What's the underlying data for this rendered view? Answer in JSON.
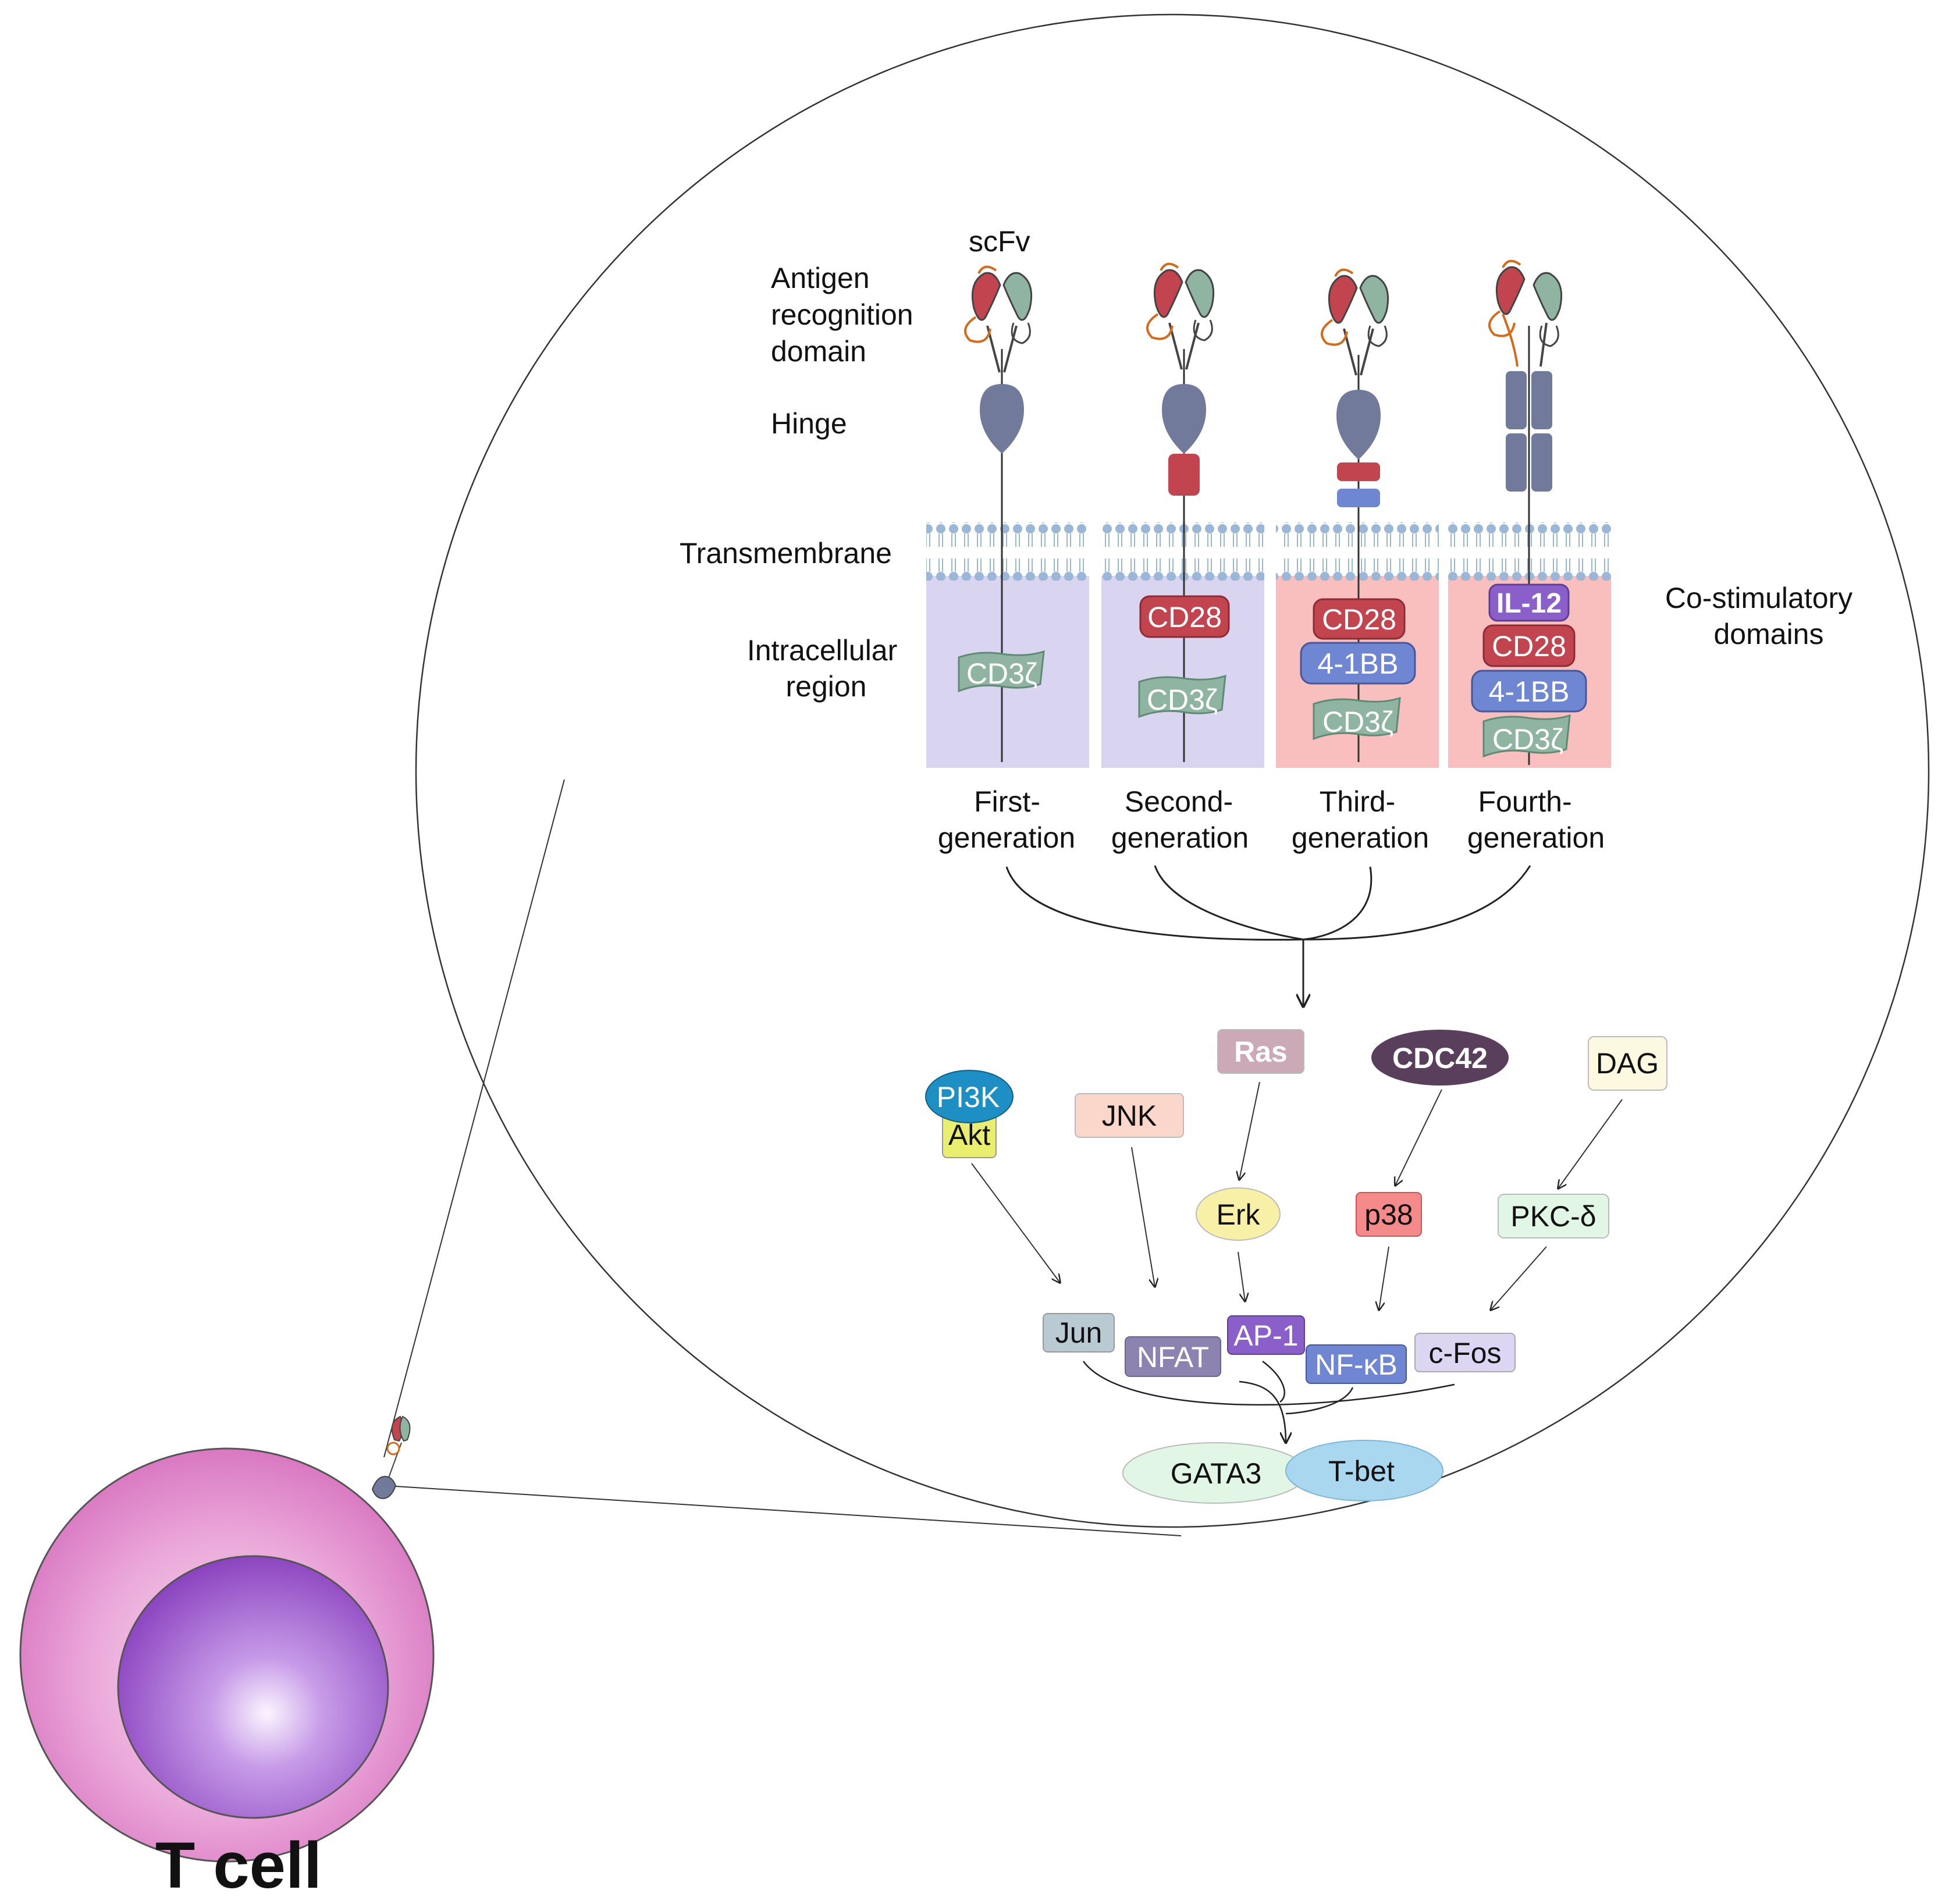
{
  "title": "T cell",
  "left_labels": {
    "scfv": "scFv",
    "antigen": [
      "Antigen",
      "recognition",
      "domain"
    ],
    "hinge": "Hinge",
    "transmembrane": "Transmembrane",
    "intracellular": [
      "Intracellular",
      "region"
    ]
  },
  "costim_label": [
    "Co-stimulatory",
    "domains"
  ],
  "generations": [
    {
      "label": [
        "First-",
        "generation"
      ],
      "domains": [
        "CD3ζ"
      ]
    },
    {
      "label": [
        "Second-",
        "generation"
      ],
      "domains": [
        "CD28",
        "CD3ζ"
      ]
    },
    {
      "label": [
        "Third-",
        "generation"
      ],
      "domains": [
        "CD28",
        "4-1BB",
        "CD3ζ"
      ]
    },
    {
      "label": [
        "Fourth-",
        "generation"
      ],
      "domains": [
        "IL-12",
        "CD28",
        "4-1BB",
        "CD3ζ"
      ]
    }
  ],
  "signaling": {
    "pi3k": "PI3K",
    "akt": "Akt",
    "jnk": "JNK",
    "ras": "Ras",
    "erk": "Erk",
    "cdc42": "CDC42",
    "p38": "p38",
    "dag": "DAG",
    "pkc": "PKC-δ",
    "jun": "Jun",
    "nfat": "NFAT",
    "ap1": "AP-1",
    "nfkb": "NF-κB",
    "cfos": "c-Fos",
    "gata3": "GATA3",
    "tbet": "T-bet"
  },
  "colors": {
    "hinge": "#717a9b",
    "cd28": "#c2444f",
    "bb41": "#6f86d3",
    "cd3z": "#8fb5a2",
    "il12": "#8a5fc9",
    "intracell_1_2": "#d9d4f0",
    "intracell_3_4": "#f9bfbf",
    "membrane": "#9ab7d8",
    "cell_outer": "#e69ad6",
    "nucleus": "#9a58c9"
  }
}
